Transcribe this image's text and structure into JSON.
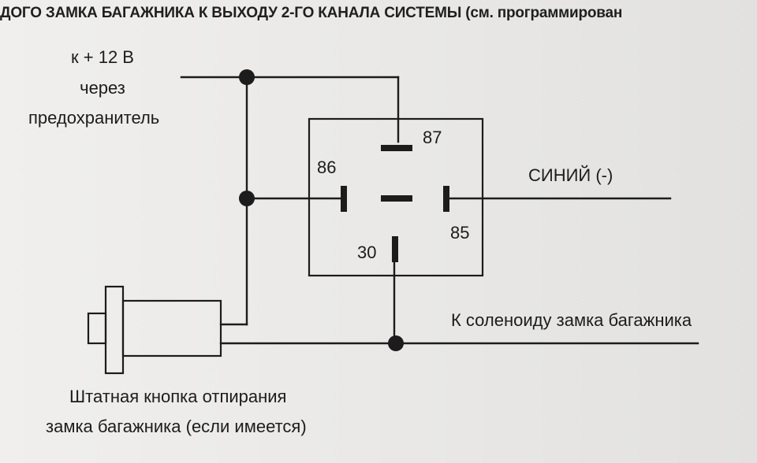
{
  "header": {
    "text": "ДОГО ЗАМКА БАГАЖНИКА К ВЫХОДУ 2-ГО КАНАЛА СИСТЕМЫ (см. программирован"
  },
  "labels": {
    "power_line1": "к + 12 В",
    "power_line2": "через",
    "power_line3": "предохранитель",
    "pin_87": "87",
    "pin_86": "86",
    "pin_85": "85",
    "pin_30": "30",
    "blue_wire": "СИНИЙ (-)",
    "solenoid": "К соленоиду замка багажника",
    "button_line1": "Штатная кнопка отпирания",
    "button_line2": "замка багажника (если имеется)"
  },
  "colors": {
    "ink": "#1c1c1c",
    "paper": "#ecebe9"
  }
}
